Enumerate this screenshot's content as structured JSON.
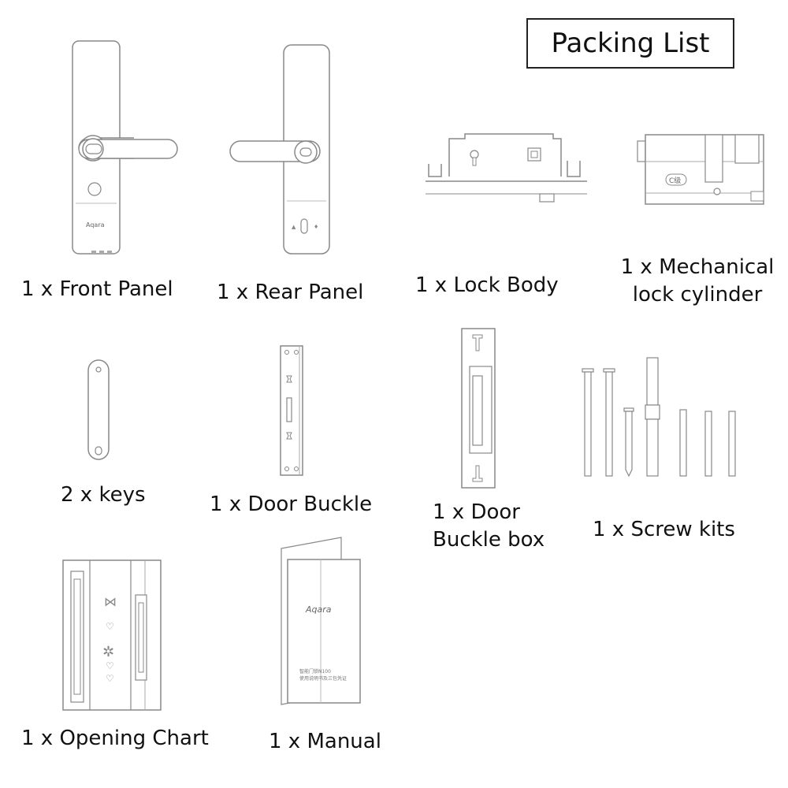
{
  "title": "Packing List",
  "brand": "Aqara",
  "items": [
    {
      "label": "1 x Front Panel"
    },
    {
      "label": "1 x Rear Panel"
    },
    {
      "label": "1 x Lock Body"
    },
    {
      "label_lines": [
        "1 x Mechanical",
        "lock cylinder"
      ]
    },
    {
      "label": "2 x keys"
    },
    {
      "label": "1 x Door Buckle"
    },
    {
      "label_lines": [
        "1 x Door",
        "Buckle box"
      ]
    },
    {
      "label": "1 x Screw kits"
    },
    {
      "label": "1 x Opening Chart"
    },
    {
      "label": "1 x Manual"
    }
  ],
  "cylinder_grade": "C级",
  "manual_text": [
    "智能门锁N100",
    "使用说明书及三包凭证"
  ]
}
